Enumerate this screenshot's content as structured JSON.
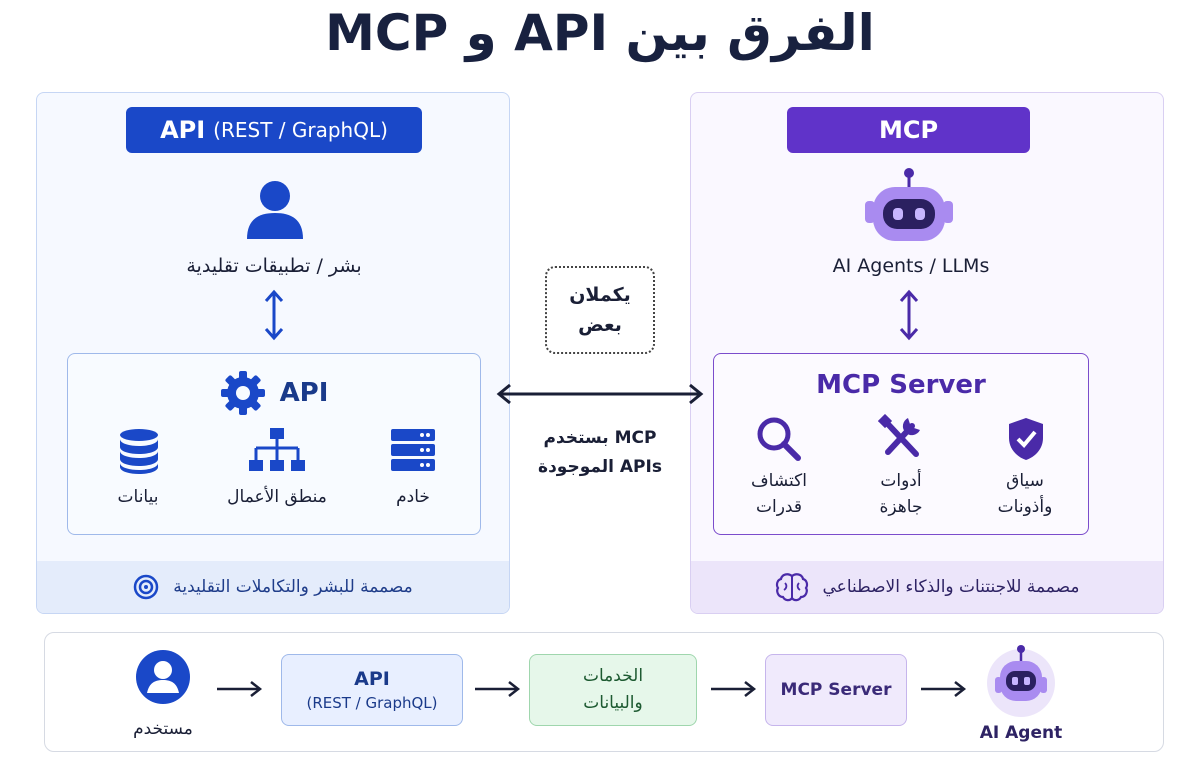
{
  "title": "الفرق بين API و MCP",
  "api_panel": {
    "pill_main": "API",
    "pill_sub": "(REST / GraphQL)",
    "user_caption": "بشر / تطبيقات تقليدية",
    "inner_title": "API",
    "items": {
      "data": "بيانات",
      "logic": "منطق الأعمال",
      "server": "خادم"
    },
    "footer": "مصممة للبشر والتكاملات التقليدية"
  },
  "mcp_panel": {
    "pill": "MCP",
    "agent_caption": "AI Agents / LLMs",
    "inner_title": "MCP Server",
    "items": {
      "discover_1": "اكتشاف",
      "discover_2": "قدرات",
      "tools_1": "أدوات",
      "tools_2": "جاهزة",
      "context_1": "سياق",
      "context_2": "وأذونات"
    },
    "footer": "مصممة للاجنتنات والذكاء الاصطناعي"
  },
  "middle": {
    "complement_1": "يكملان",
    "complement_2": "بعض",
    "uses_1": "MCP بستخدم",
    "uses_2": "APIs الموجودة"
  },
  "flow": {
    "user": "مستخدم",
    "api_1": "API",
    "api_2": "(REST / GraphQL)",
    "services_1": "الخدمات",
    "services_2": "والبيانات",
    "mcp": "MCP Server",
    "agent": "AI Agent"
  },
  "colors": {
    "api_blue": "#1a48c8",
    "mcp_purple": "#6033c9",
    "robot_purple": "#a98bf0"
  }
}
